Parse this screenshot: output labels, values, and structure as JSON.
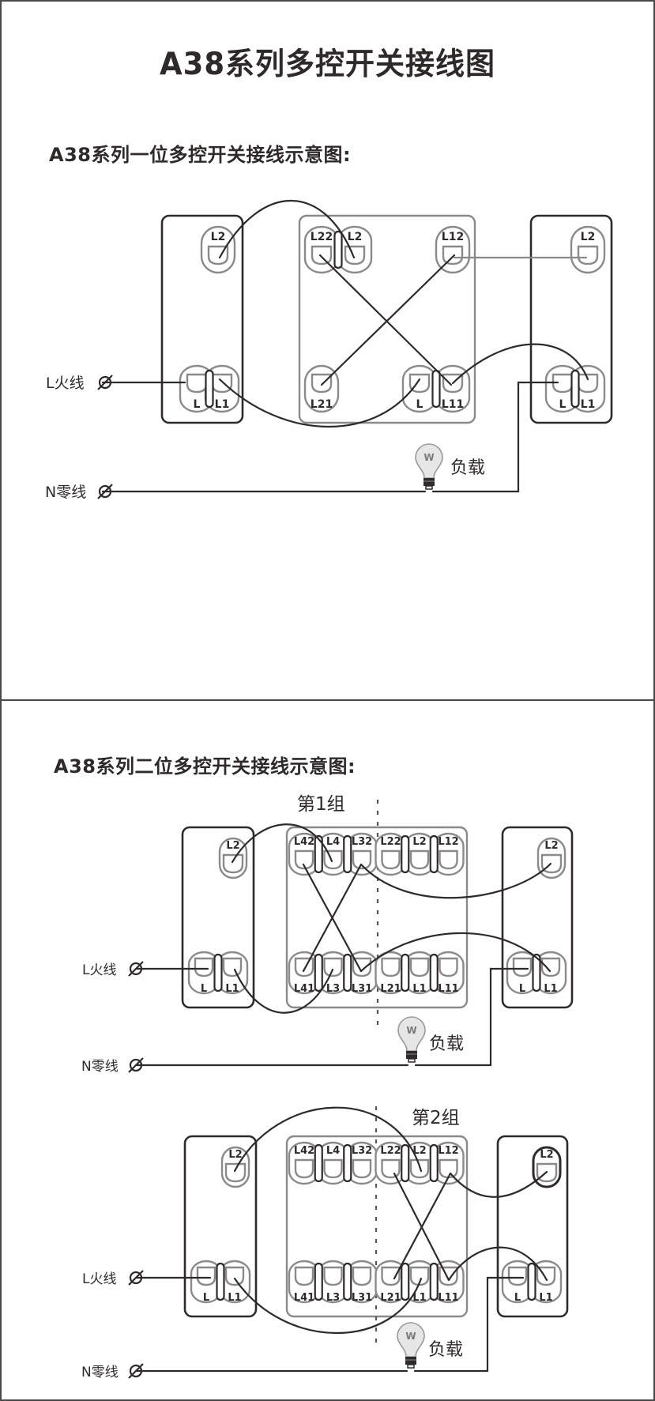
{
  "page": {
    "title": "A38系列多控开关接线图",
    "colors": {
      "wire": "#2f2a2a",
      "terminal": "#8a8a8a",
      "box_dark": "#2f2a2a",
      "box_gray": "#8a8a8a",
      "bulb": "#e6e6e6",
      "border": "#4a4a4a"
    }
  },
  "sections": [
    {
      "subtitle": "A38系列一位多控开关接线示意图:"
    },
    {
      "subtitle": "A38系列二位多控开关接线示意图:"
    }
  ],
  "diagrams": [
    {
      "id": "one-gang",
      "group_label": null,
      "live_label": "L火线",
      "neutral_label": "N零线",
      "load_label": "负载",
      "bulb_letter": "W",
      "left_switch": {
        "top": [
          "L2"
        ],
        "bottom": [
          "L",
          "L1"
        ]
      },
      "middle_switch": {
        "top": [
          "L22",
          "L2",
          "L12"
        ],
        "bottom": [
          "L21",
          "L",
          "L11"
        ]
      },
      "right_switch": {
        "top": [
          "L2"
        ],
        "bottom": [
          "L",
          "L1"
        ]
      },
      "wires": [
        "L火线 → left L",
        "left L2 → middle L2",
        "left L1 → middle L",
        "middle L22 → middle L11",
        "middle L12 → middle L21",
        "middle L12 → right L2",
        "middle L11 → right L1",
        "right L → load",
        "load → N零线"
      ]
    },
    {
      "id": "two-gang-group-1",
      "group_label": "第1组",
      "live_label": "L火线",
      "neutral_label": "N零线",
      "load_label": "负载",
      "bulb_letter": "W",
      "left_switch": {
        "top": [
          "L2"
        ],
        "bottom": [
          "L",
          "L1"
        ]
      },
      "middle_switch": {
        "top": [
          "L42",
          "L4",
          "L32",
          "L22",
          "L2",
          "L12"
        ],
        "bottom": [
          "L41",
          "L3",
          "L31",
          "L21",
          "L1",
          "L11"
        ]
      },
      "right_switch": {
        "top": [
          "L2"
        ],
        "bottom": [
          "L",
          "L1"
        ]
      },
      "wires": [
        "L火线 → left L",
        "left L2 → middle L4",
        "left L1 → middle L3",
        "middle L42 → middle L31",
        "middle L32 → middle L41",
        "middle L32 → right L2",
        "middle L31 → right L1",
        "right L → load",
        "load → N零线"
      ]
    },
    {
      "id": "two-gang-group-2",
      "group_label": "第2组",
      "live_label": "L火线",
      "neutral_label": "N零线",
      "load_label": "负载",
      "bulb_letter": "W",
      "left_switch": {
        "top": [
          "L2"
        ],
        "bottom": [
          "L",
          "L1"
        ]
      },
      "middle_switch": {
        "top": [
          "L42",
          "L4",
          "L32",
          "L22",
          "L2",
          "L12"
        ],
        "bottom": [
          "L41",
          "L3",
          "L31",
          "L21",
          "L1",
          "L11"
        ]
      },
      "right_switch": {
        "top": [
          "L2"
        ],
        "bottom": [
          "L",
          "L1"
        ]
      },
      "wires": [
        "L火线 → left L",
        "left L2 → middle L2",
        "left L1 → middle L1",
        "middle L22 → middle L11",
        "middle L12 → middle L21",
        "middle L12 → right L2",
        "middle L11 → right L1",
        "right L → load",
        "load → N零线"
      ]
    }
  ]
}
